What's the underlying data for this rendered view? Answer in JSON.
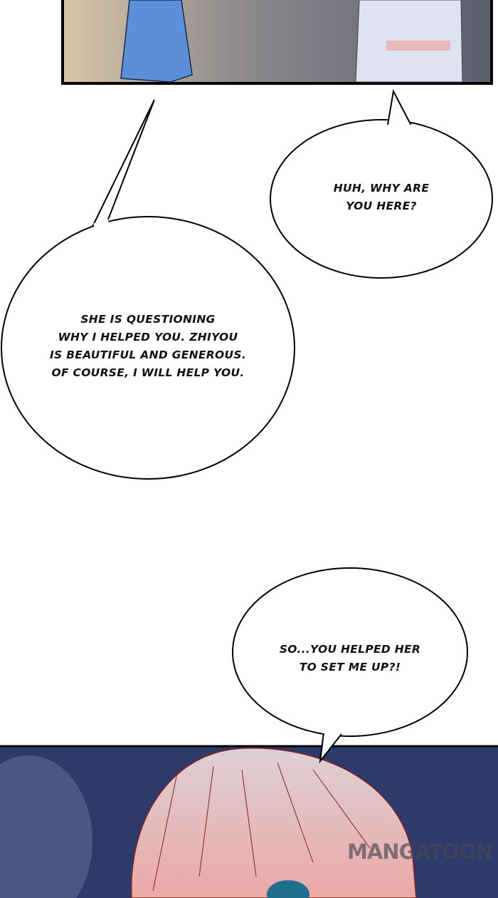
{
  "bubbles": [
    {
      "lines": [
        "HUH, WHY ARE",
        "YOU HERE?"
      ]
    },
    {
      "lines": [
        "SHE IS QUESTIONING",
        "WHY I HELPED YOU. ZHIYOU",
        "IS BEAUTIFUL AND GENEROUS.",
        "OF COURSE, I WILL HELP YOU."
      ]
    },
    {
      "lines": [
        "SO...YOU HELPED HER",
        "TO SET ME UP?!"
      ]
    }
  ],
  "watermark": "MANGATOON",
  "colors": {
    "night_sky": "#2c3b6b",
    "hair": "#e9b8b8",
    "robe": "#5b8fd8"
  }
}
